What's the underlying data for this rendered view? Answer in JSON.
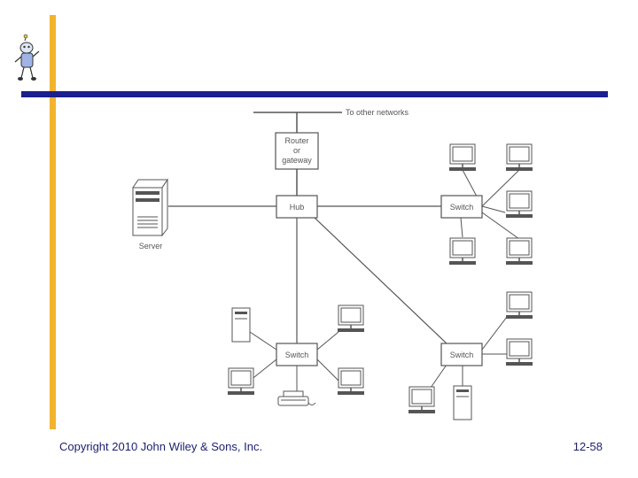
{
  "diagram": {
    "top_link_label": "To other networks",
    "router_label": [
      "Router",
      "or",
      "gateway"
    ],
    "hub_label": "Hub",
    "switch_labels": [
      "Switch",
      "Switch",
      "Switch"
    ],
    "server_label": "Server"
  },
  "footer": {
    "copyright": "Copyright 2010 John Wiley & Sons, Inc.",
    "page_number": "12-58"
  },
  "colors": {
    "accent_orange": "#F2B32E",
    "accent_navy": "#1B1F8F",
    "line_gray": "#555555"
  }
}
